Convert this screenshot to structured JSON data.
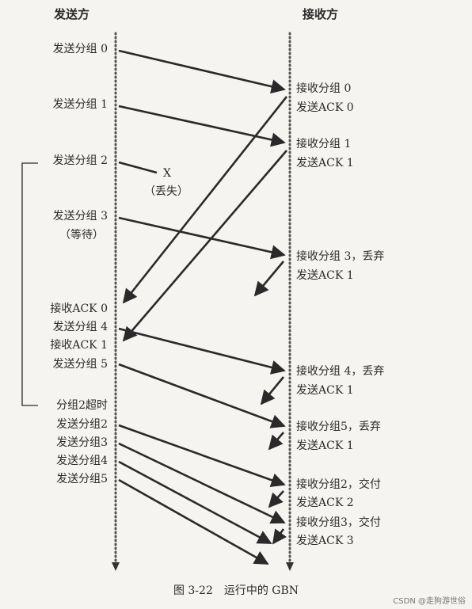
{
  "headers": {
    "sender": "发送方",
    "receiver": "接收方"
  },
  "sender_labels": [
    "发送分组 0",
    "发送分组 1",
    "发送分组 2",
    "发送分组 3",
    "（等待）",
    "接收ACK 0",
    "发送分组 4",
    "接收ACK 1",
    "发送分组 5",
    "分组2超时",
    "发送分组2",
    "发送分组3",
    "发送分组4",
    "发送分组5"
  ],
  "receiver_labels": [
    "接收分组 0",
    "发送ACK 0",
    "接收分组 1",
    "发送ACK 1",
    "接收分组 3，丢弃",
    "发送ACK 1",
    "接收分组 4，丢弃",
    "发送ACK 1",
    "接收分组5，丢弃",
    "发送ACK 1",
    "接收分组2，交付",
    "发送ACK 2",
    "接收分组3，交付",
    "发送ACK 3"
  ],
  "loss": {
    "mark": "X",
    "note": "（丢失）"
  },
  "caption": "图 3-22　运行中的 GBN",
  "watermark": "CSDN @走狗游世俗",
  "colors": {
    "ink": "#2a2a2a",
    "dots": "#555555",
    "background": "#f6f4f1"
  }
}
